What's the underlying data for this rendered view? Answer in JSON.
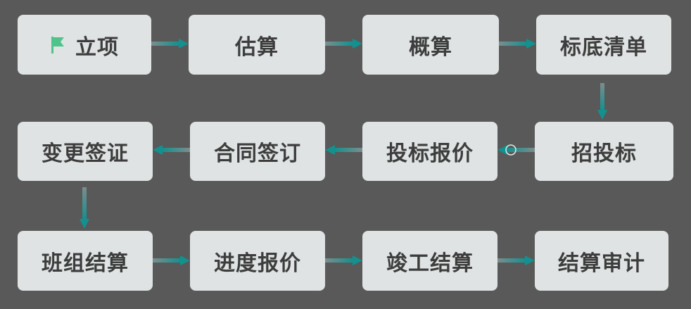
{
  "flow": {
    "steps": [
      "立项",
      "估算",
      "概算",
      "标底清单",
      "招投标",
      "投标报价",
      "合同签订",
      "变更签证",
      "班组结算",
      "进度报价",
      "竣工结算",
      "结算审计"
    ],
    "start_icon": "flag-icon",
    "colors": {
      "background": "#595959",
      "node_fill": "#dfe3e4",
      "node_text": "#3d3d3d",
      "arrow": "#13918f",
      "flag": "#4fc38a"
    }
  }
}
